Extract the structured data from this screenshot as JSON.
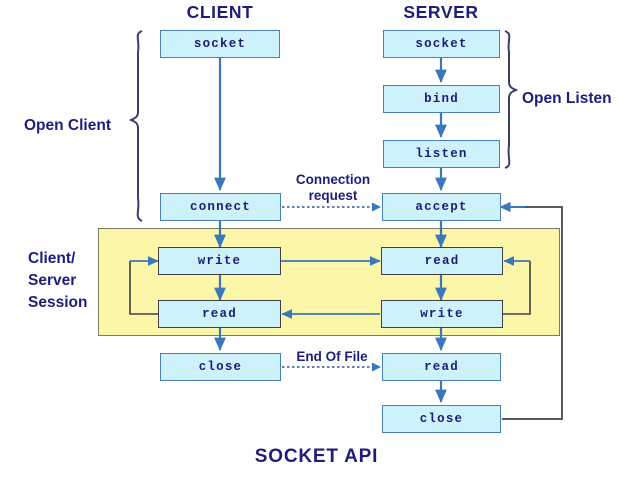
{
  "diagram": {
    "title": "SOCKET API",
    "columns": [
      {
        "id": "client",
        "label": "CLIENT"
      },
      {
        "id": "server",
        "label": "SERVER"
      }
    ],
    "groups": [
      {
        "id": "open-client",
        "label": "Open Client"
      },
      {
        "id": "open-listen",
        "label": "Open Listen"
      },
      {
        "id": "session",
        "label_line1": "Client/",
        "label_line2": "Server",
        "label_line3": "Session"
      }
    ],
    "client_nodes": [
      {
        "id": "client-socket",
        "label": "socket"
      },
      {
        "id": "client-connect",
        "label": "connect"
      },
      {
        "id": "client-write",
        "label": "write"
      },
      {
        "id": "client-read",
        "label": "read"
      },
      {
        "id": "client-close",
        "label": "close"
      }
    ],
    "server_nodes": [
      {
        "id": "server-socket",
        "label": "socket"
      },
      {
        "id": "server-bind",
        "label": "bind"
      },
      {
        "id": "server-listen",
        "label": "listen"
      },
      {
        "id": "server-accept",
        "label": "accept"
      },
      {
        "id": "server-read",
        "label": "read"
      },
      {
        "id": "server-write",
        "label": "write"
      },
      {
        "id": "server-read2",
        "label": "read"
      },
      {
        "id": "server-close",
        "label": "close"
      }
    ],
    "edge_labels": [
      {
        "id": "connection-request",
        "line1": "Connection",
        "line2": "request"
      },
      {
        "id": "end-of-file",
        "line1": "End Of File"
      }
    ],
    "colors": {
      "node_fill": "#cdf2fb",
      "node_border": "#4a7fbf",
      "session_fill": "#fbf6a8",
      "session_border": "#7b7b6b",
      "text": "#1d1d7e",
      "arrow": "#3a78bd",
      "dark_line": "#40404a",
      "background": "#ffffff"
    }
  }
}
